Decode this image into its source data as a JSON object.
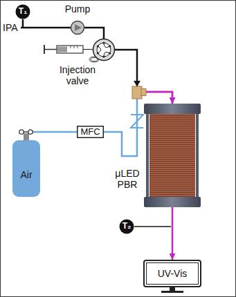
{
  "diagram": {
    "nodes": [
      {
        "text": [
          "T₁"
        ]
      },
      {
        "text": [
          "Pump"
        ]
      },
      {
        "text": [
          "Injection valve"
        ]
      },
      {
        "text": [
          "MFC"
        ]
      },
      {
        "text": [
          "Air"
        ]
      },
      {
        "text": [
          "μLED PBR"
        ]
      },
      {
        "text": [
          "T₂"
        ]
      },
      {
        "text": [
          "UV-Vis"
        ]
      }
    ],
    "edges": [
      {
        "from": 1,
        "to": 2,
        "arrow": "none"
      },
      {
        "from": 2,
        "to": 5,
        "arrow": "to"
      },
      {
        "from": 4,
        "to": 3,
        "arrow": "none"
      },
      {
        "from": 3,
        "to": 5,
        "arrow": "to"
      },
      {
        "from": 5,
        "to": 7,
        "arrow": "to"
      }
    ],
    "labels": [
      "IPA"
    ]
  }
}
